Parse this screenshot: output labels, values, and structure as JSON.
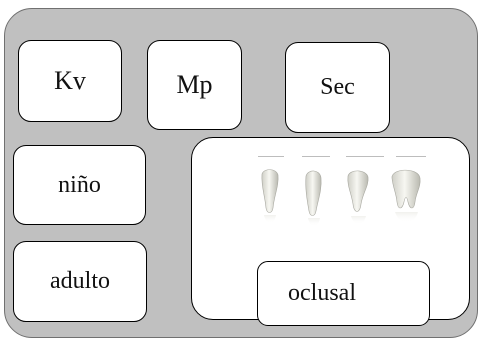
{
  "buttons": {
    "kv": "Kv",
    "mp": "Mp",
    "sec": "Sec",
    "nino": "niño",
    "adulto": "adulto",
    "oclusal": "oclusal"
  },
  "preview": {
    "teeth_icons": [
      "incisor-icon",
      "canine-icon",
      "premolar-icon",
      "molar-icon"
    ]
  },
  "colors": {
    "panel_background": "#c0c0c0",
    "button_background": "#ffffff",
    "border": "#000000"
  }
}
